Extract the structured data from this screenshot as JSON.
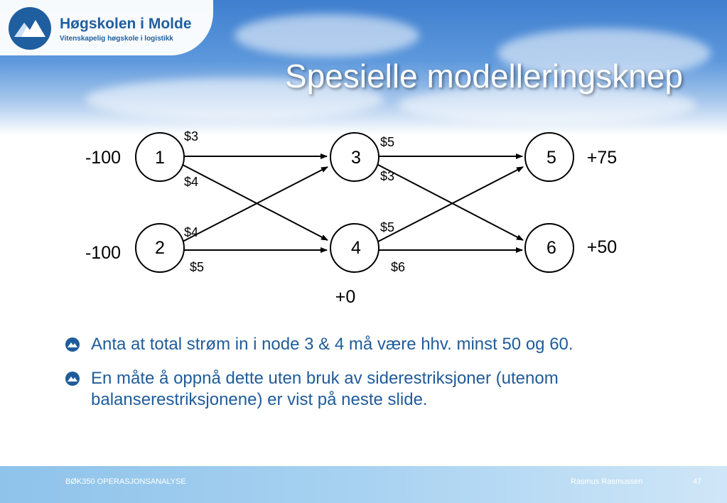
{
  "header": {
    "logo_name": "Høgskolen i Molde",
    "logo_subtitle": "Vitenskapelig høgskole i logistikk",
    "title": "Spesielle modelleringsknep"
  },
  "network": {
    "nodes": [
      {
        "id": "1",
        "supply": "-100"
      },
      {
        "id": "2",
        "supply": "-100"
      },
      {
        "id": "3",
        "supply": ""
      },
      {
        "id": "4",
        "supply": "+0"
      },
      {
        "id": "5",
        "supply": "+75"
      },
      {
        "id": "6",
        "supply": "+50"
      }
    ],
    "arcs": [
      {
        "from": "1",
        "to": "3",
        "cost": "$3"
      },
      {
        "from": "1",
        "to": "4",
        "cost": "$4"
      },
      {
        "from": "2",
        "to": "3",
        "cost": "$4"
      },
      {
        "from": "2",
        "to": "4",
        "cost": "$5"
      },
      {
        "from": "3",
        "to": "5",
        "cost": "$5"
      },
      {
        "from": "3",
        "to": "6",
        "cost": "$3"
      },
      {
        "from": "4",
        "to": "5",
        "cost": "$5"
      },
      {
        "from": "4",
        "to": "6",
        "cost": "$6"
      }
    ]
  },
  "bullets": [
    "Anta at total strøm in i node 3 & 4 må være hhv. minst 50 og 60.",
    "En måte å oppnå dette uten bruk av siderestriksjoner (utenom balanserestriksjonene) er vist på neste slide."
  ],
  "footer": {
    "course": "BØK350 OPERASJONSANALYSE",
    "author": "Rasmus Rasmussen",
    "page_number": "47"
  },
  "colors": {
    "accent": "#1f5c9b",
    "footer": "#a8d2f1",
    "sky": "#4a88d4"
  }
}
